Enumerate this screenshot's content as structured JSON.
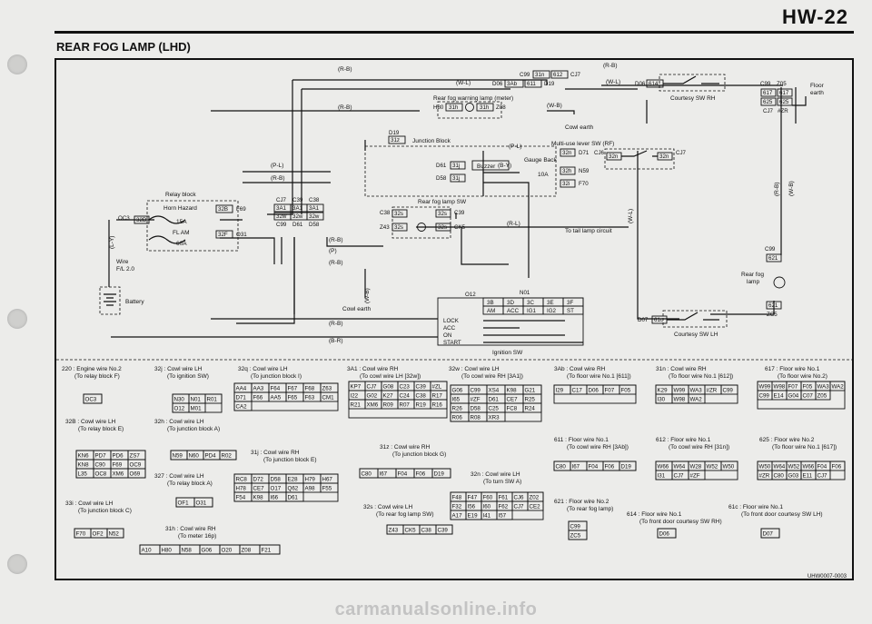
{
  "header": {
    "page_code": "HW-22",
    "title": "REAR FOG LAMP (LHD)"
  },
  "watermark": "carmanualsonline.info",
  "footer_code": "UHW0007-0003",
  "wires": {
    "r_b": "(R-B)",
    "w_l": "(W-L)",
    "p_l": "(P-L)",
    "p": "(P)",
    "b_r": "(B-R)",
    "b_y": "(B-Y)",
    "r_l": "(R-L)",
    "l_y": "(L-Y)",
    "l_y2": "(L-Y)",
    "w_b": "(W-B)",
    "w_b2": "(W-B)",
    "w_b3": "(W-B)",
    "w_l2": "(W-L)",
    "r_b_vert": "(R-B)"
  },
  "components": {
    "relay_block": "Relay block",
    "horn_hazard": "Horn Hazard",
    "fuse_15a": "15A",
    "fl_am": "FL AM",
    "fuse_60a": "60A",
    "wire_fl": "Wire",
    "wire_fl2": "F/L 2.0",
    "battery": "Battery",
    "junction_block": "Junction Block",
    "buzzer": "Buzzer",
    "gauge_back": "Gauge Back",
    "fuse_10a": "10A",
    "warning_lamp": "Rear fog warning lamp (meter)",
    "multi_use": "Multi-use lever SW (RF)",
    "cowl_earth": "Cowl earth",
    "cowl_earth2": "Cowl earth",
    "rear_fog_sw": "Rear fog lamp SW",
    "tail_lamp": "To tail lamp circuit",
    "ignition_sw": "Ignition SW",
    "courtesy_rh": "Courtesy SW RH",
    "courtesy_lh": "Courtesy SW LH",
    "floor_earth": "Floor",
    "floor_earth2": "earth",
    "rear_fog_lamp": "Rear fog",
    "rear_fog_lamp2": "lamp"
  },
  "ignition_table": {
    "header_pins": [
      "3B",
      "3D",
      "3C",
      "3E",
      "3F"
    ],
    "header_names": [
      "AM",
      "ACC",
      "IG1",
      "IG2",
      "ST"
    ],
    "rows": [
      "LOCK",
      "ACC",
      "ON",
      "START"
    ]
  },
  "terminals": {
    "c99_31n_612_cj7": [
      "C99",
      "31n",
      "612",
      "CJ7"
    ],
    "d06_3ab_611_d19": [
      "D06",
      "3Ab",
      "611",
      "D19"
    ],
    "h80_31h_31h_z08": [
      "H80",
      "31h",
      "31h",
      "Z08"
    ],
    "d19_31z": [
      "D19",
      "31z"
    ],
    "d71_32n": [
      "D71",
      "32n"
    ],
    "cj6_32n_cj7": [
      "CJ6",
      "32n",
      "32n",
      "CJ7"
    ],
    "n59_32h": [
      "N59",
      "32h"
    ],
    "f70_32i": [
      "F70",
      "32i"
    ],
    "d61_31j": [
      "D61",
      "31j"
    ],
    "d58_31j": [
      "D58",
      "31j"
    ],
    "d06_614": [
      "D06",
      "614"
    ],
    "c99_z05": [
      "C99",
      "Z05"
    ],
    "floor_617": [
      "617",
      "617"
    ],
    "floor_625": [
      "625",
      "625"
    ],
    "cj7_zr": [
      "CJ7",
      "#ZR"
    ],
    "relay_pins": [
      "32B",
      "32F",
      "F69",
      "OC3",
      "32D",
      "O31"
    ],
    "cj7_c39_c38": [
      "CJ7",
      "C39",
      "C38"
    ],
    "trio_3a1": [
      "3A1",
      "3A1",
      "3A1"
    ],
    "trio_32w": [
      "32w",
      "32w",
      "32w"
    ],
    "trio_c99": [
      "C99",
      "D61",
      "D58"
    ],
    "fog_sw_pins": [
      "C38",
      "32s",
      "32s",
      "C39",
      "Z43",
      "32s",
      "32s",
      "CK5"
    ],
    "o12_n01": [
      "O12",
      "N01"
    ],
    "c99_621": [
      "C99",
      "621"
    ],
    "zc5_621": [
      "ZC5",
      "621"
    ],
    "d07_61c": [
      "D07",
      "61c"
    ]
  },
  "legend": [
    {
      "id": "220",
      "text": "220 : Engine wire No.2",
      "sub": "(To relay block F)"
    },
    {
      "id": "32j",
      "text": "32j : Cowl wire LH",
      "sub": "(To ignition SW)"
    },
    {
      "id": "32q",
      "text": "32q : Cowl wire LH",
      "sub": "(To junction block I)"
    },
    {
      "id": "3A1",
      "text": "3A1 : Cowl wire RH",
      "sub": "(To cowl wire LH [32w])"
    },
    {
      "id": "32w",
      "text": "32w : Cowl wire LH",
      "sub": "(To cowl wire RH [3A1])"
    },
    {
      "id": "3Ab",
      "text": "3Ab : Cowl wire RH",
      "sub": "(To floor wire No.1 [611])"
    },
    {
      "id": "31n",
      "text": "31n : Cowl wire RH",
      "sub": "(To floor wire No.1 [612])"
    },
    {
      "id": "617",
      "text": "617 : Floor wire No.1",
      "sub": "(To floor wire No.2)"
    },
    {
      "id": "32B",
      "text": "32B : Cowl wire LH",
      "sub": "(To relay block E)"
    },
    {
      "id": "32h",
      "text": "32h : Cowl wire LH",
      "sub": "(To junction block A)"
    },
    {
      "id": "31j",
      "text": "31j : Cowl wire RH",
      "sub": "(To junction block E)"
    },
    {
      "id": "31z",
      "text": "31z : Cowl wire RH",
      "sub": "(To junction block G)"
    },
    {
      "id": "611",
      "text": "611 : Floor wire No.1",
      "sub": "(To cowl wire RH [3Ab])"
    },
    {
      "id": "612",
      "text": "612 : Floor wire No.1",
      "sub": "(To cowl wire RH [31n])"
    },
    {
      "id": "625",
      "text": "625 : Floor wire No.2",
      "sub": "(To floor wire No.1 [617])"
    },
    {
      "id": "327",
      "text": "327 : Cowl wire LH",
      "sub": "(To relay block A)"
    },
    {
      "id": "32n",
      "text": "32n : Cowl wire LH",
      "sub": "(To turn SW A)"
    },
    {
      "id": "33i",
      "text": "33i : Cowl wire LH",
      "sub": "(To junction block C)"
    },
    {
      "id": "32s",
      "text": "32s : Cowl wire LH",
      "sub": "(To rear fog lamp SW)"
    },
    {
      "id": "621",
      "text": "621 : Floor wire No.2",
      "sub": "(To rear fog lamp)"
    },
    {
      "id": "614",
      "text": "614 : Floor wire No.1",
      "sub": "(To front door courtesy SW RH)"
    },
    {
      "id": "61c",
      "text": "61c : Floor wire No.1",
      "sub": "(To front door courtesy SW LH)"
    },
    {
      "id": "31h",
      "text": "31h : Cowl wire RH",
      "sub": "(To meter 16p)"
    }
  ],
  "connectors": {
    "c220": [
      "OC3"
    ],
    "c32j": [
      "N30",
      "N01",
      "R01",
      "O12",
      "M01"
    ],
    "c32q": [
      "AA4",
      "AA3",
      "F64",
      "F67",
      "F68",
      "Z63",
      "D71",
      "F66",
      "AA5",
      "F65",
      "F63",
      "CM1",
      "CA2"
    ],
    "c3A1": [
      "KP7",
      "CJ7",
      "G08",
      "C23",
      "C39",
      "#ZL",
      "I22",
      "G02",
      "K27",
      "C24",
      "C38",
      "R17",
      "R21",
      "XM6",
      "R09",
      "R07",
      "R19",
      "R16"
    ],
    "c32w": [
      "G06",
      "C99",
      "XS4",
      "K98",
      "G21",
      "I65",
      "#ZF",
      "D61",
      "CE7",
      "R25",
      "R26",
      "D58",
      "C25",
      "FC8",
      "R24",
      "R06",
      "R08",
      "XR3"
    ],
    "c3Ab": [
      "I29",
      "C17",
      "D06",
      "F07",
      "F05"
    ],
    "c31n": [
      "K29",
      "W99",
      "WA3",
      "#ZR",
      "C99",
      "I30",
      "W98",
      "WA2"
    ],
    "c617": [
      "W99",
      "W98",
      "F07",
      "F05",
      "WA3",
      "WA2",
      "C99",
      "E14",
      "G04",
      "C07",
      "Z05"
    ],
    "c32B": [
      "KN6",
      "PD7",
      "PD6",
      "ZS7",
      "KN8",
      "C90",
      "F69",
      "OC9",
      "L35",
      "OC8",
      "XM6",
      "O69"
    ],
    "c32h": [
      "N59",
      "N60",
      "PD4",
      "R02"
    ],
    "c31j": [
      "RC8",
      "D72",
      "D58",
      "E28",
      "H79",
      "H67",
      "H78",
      "CE7",
      "O17",
      "Q62",
      "A98",
      "F55",
      "F54",
      "K98",
      "I66",
      "D61"
    ],
    "c31z": [
      "C80",
      "I67",
      "F04",
      "F06",
      "D19"
    ],
    "c611": [
      "C80",
      "I67",
      "F04",
      "F06",
      "D19"
    ],
    "c612": [
      "W66",
      "W64",
      "W28",
      "W52",
      "W50",
      "I31",
      "CJ7",
      "#ZF"
    ],
    "c625": [
      "W50",
      "W64",
      "W52",
      "W66",
      "F04",
      "F06",
      "#ZR",
      "C80",
      "G03",
      "E11",
      "CJ7"
    ],
    "c327": [
      "OF1",
      "O31"
    ],
    "c32n": [
      "F48",
      "F47",
      "F60",
      "F61",
      "CJ6",
      "Z02",
      "F32",
      "I56",
      "I60",
      "F62",
      "CJ7",
      "CE2",
      "A17",
      "E19",
      "I41",
      "I57"
    ],
    "c33i": [
      "F70",
      "OF2",
      "N52"
    ],
    "c32s": [
      "Z43",
      "CK5",
      "C38",
      "C39"
    ],
    "c621": [
      "C99",
      "ZC5"
    ],
    "c614": [
      "D06"
    ],
    "c61c": [
      "D07"
    ],
    "c31h": [
      "A10",
      "H80",
      "N58",
      "G06",
      "O20",
      "Z08",
      "F21"
    ]
  }
}
